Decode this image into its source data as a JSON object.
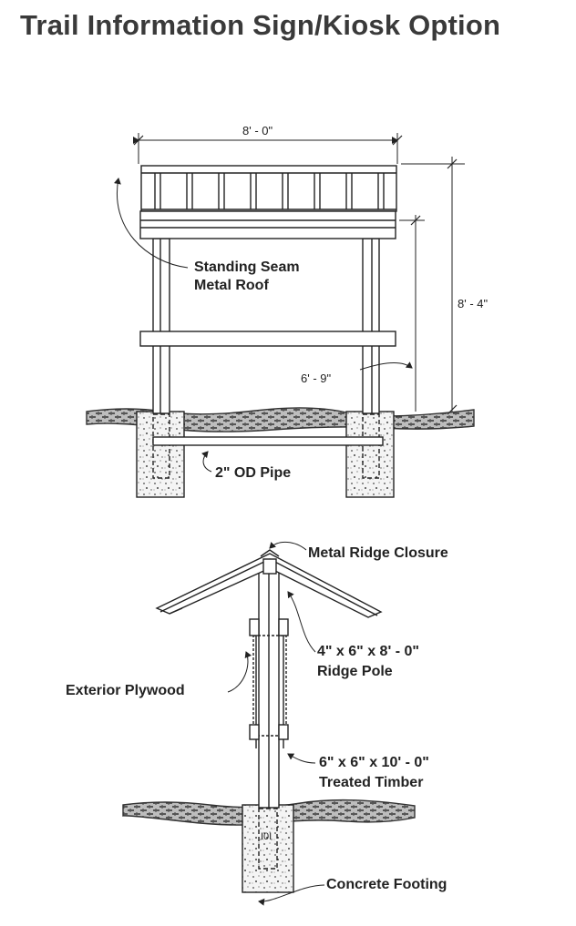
{
  "title": "Trail Information Sign/Kiosk Option",
  "front_view": {
    "width_dim": "8' - 0\"",
    "total_height_dim": "8' - 4\"",
    "clear_height_dim": "6' - 9\"",
    "roof_label_line1": "Standing Seam",
    "roof_label_line2": "Metal Roof",
    "pipe_label": "2\" OD Pipe"
  },
  "side_view": {
    "ridge_closure_label": "Metal Ridge Closure",
    "ridge_pole_line1": "4\" x 6\" x 8' - 0\"",
    "ridge_pole_line2": "Ridge Pole",
    "plywood_label": "Exterior Plywood",
    "timber_line1": "6\" x 6\" x 10' - 0\"",
    "timber_line2": "Treated Timber",
    "footing_label": "Concrete Footing"
  }
}
